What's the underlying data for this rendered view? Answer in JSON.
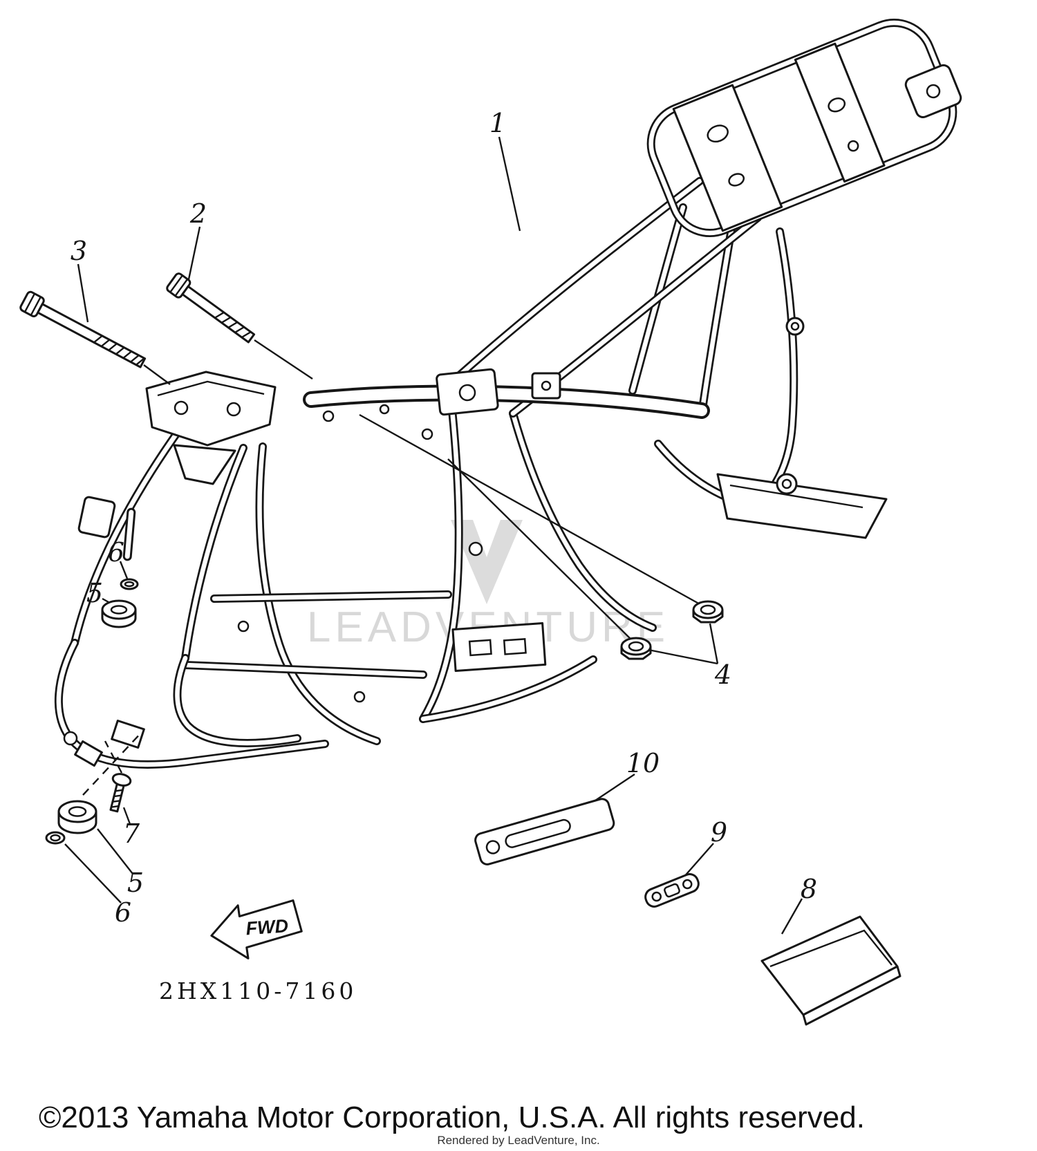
{
  "colors": {
    "ink": "#161616",
    "watermark": "#d8d8d8",
    "paper": "#ffffff"
  },
  "drawing": {
    "watermark_text": "LEADVENTURE",
    "part_code": "2HX110-7160",
    "fwd_label": "FWD"
  },
  "callouts": [
    {
      "id": "1",
      "label": "1"
    },
    {
      "id": "2",
      "label": "2"
    },
    {
      "id": "3",
      "label": "3"
    },
    {
      "id": "4",
      "label": "4"
    },
    {
      "id": "5a",
      "label": "5"
    },
    {
      "id": "6a",
      "label": "6"
    },
    {
      "id": "7",
      "label": "7"
    },
    {
      "id": "5b",
      "label": "5"
    },
    {
      "id": "6b",
      "label": "6"
    },
    {
      "id": "8",
      "label": "8"
    },
    {
      "id": "9",
      "label": "9"
    },
    {
      "id": "10",
      "label": "10"
    }
  ],
  "footer": {
    "copyright": "©2013 Yamaha Motor Corporation, U.S.A. All rights reserved.",
    "rendered_by": "Rendered by LeadVenture, Inc."
  }
}
